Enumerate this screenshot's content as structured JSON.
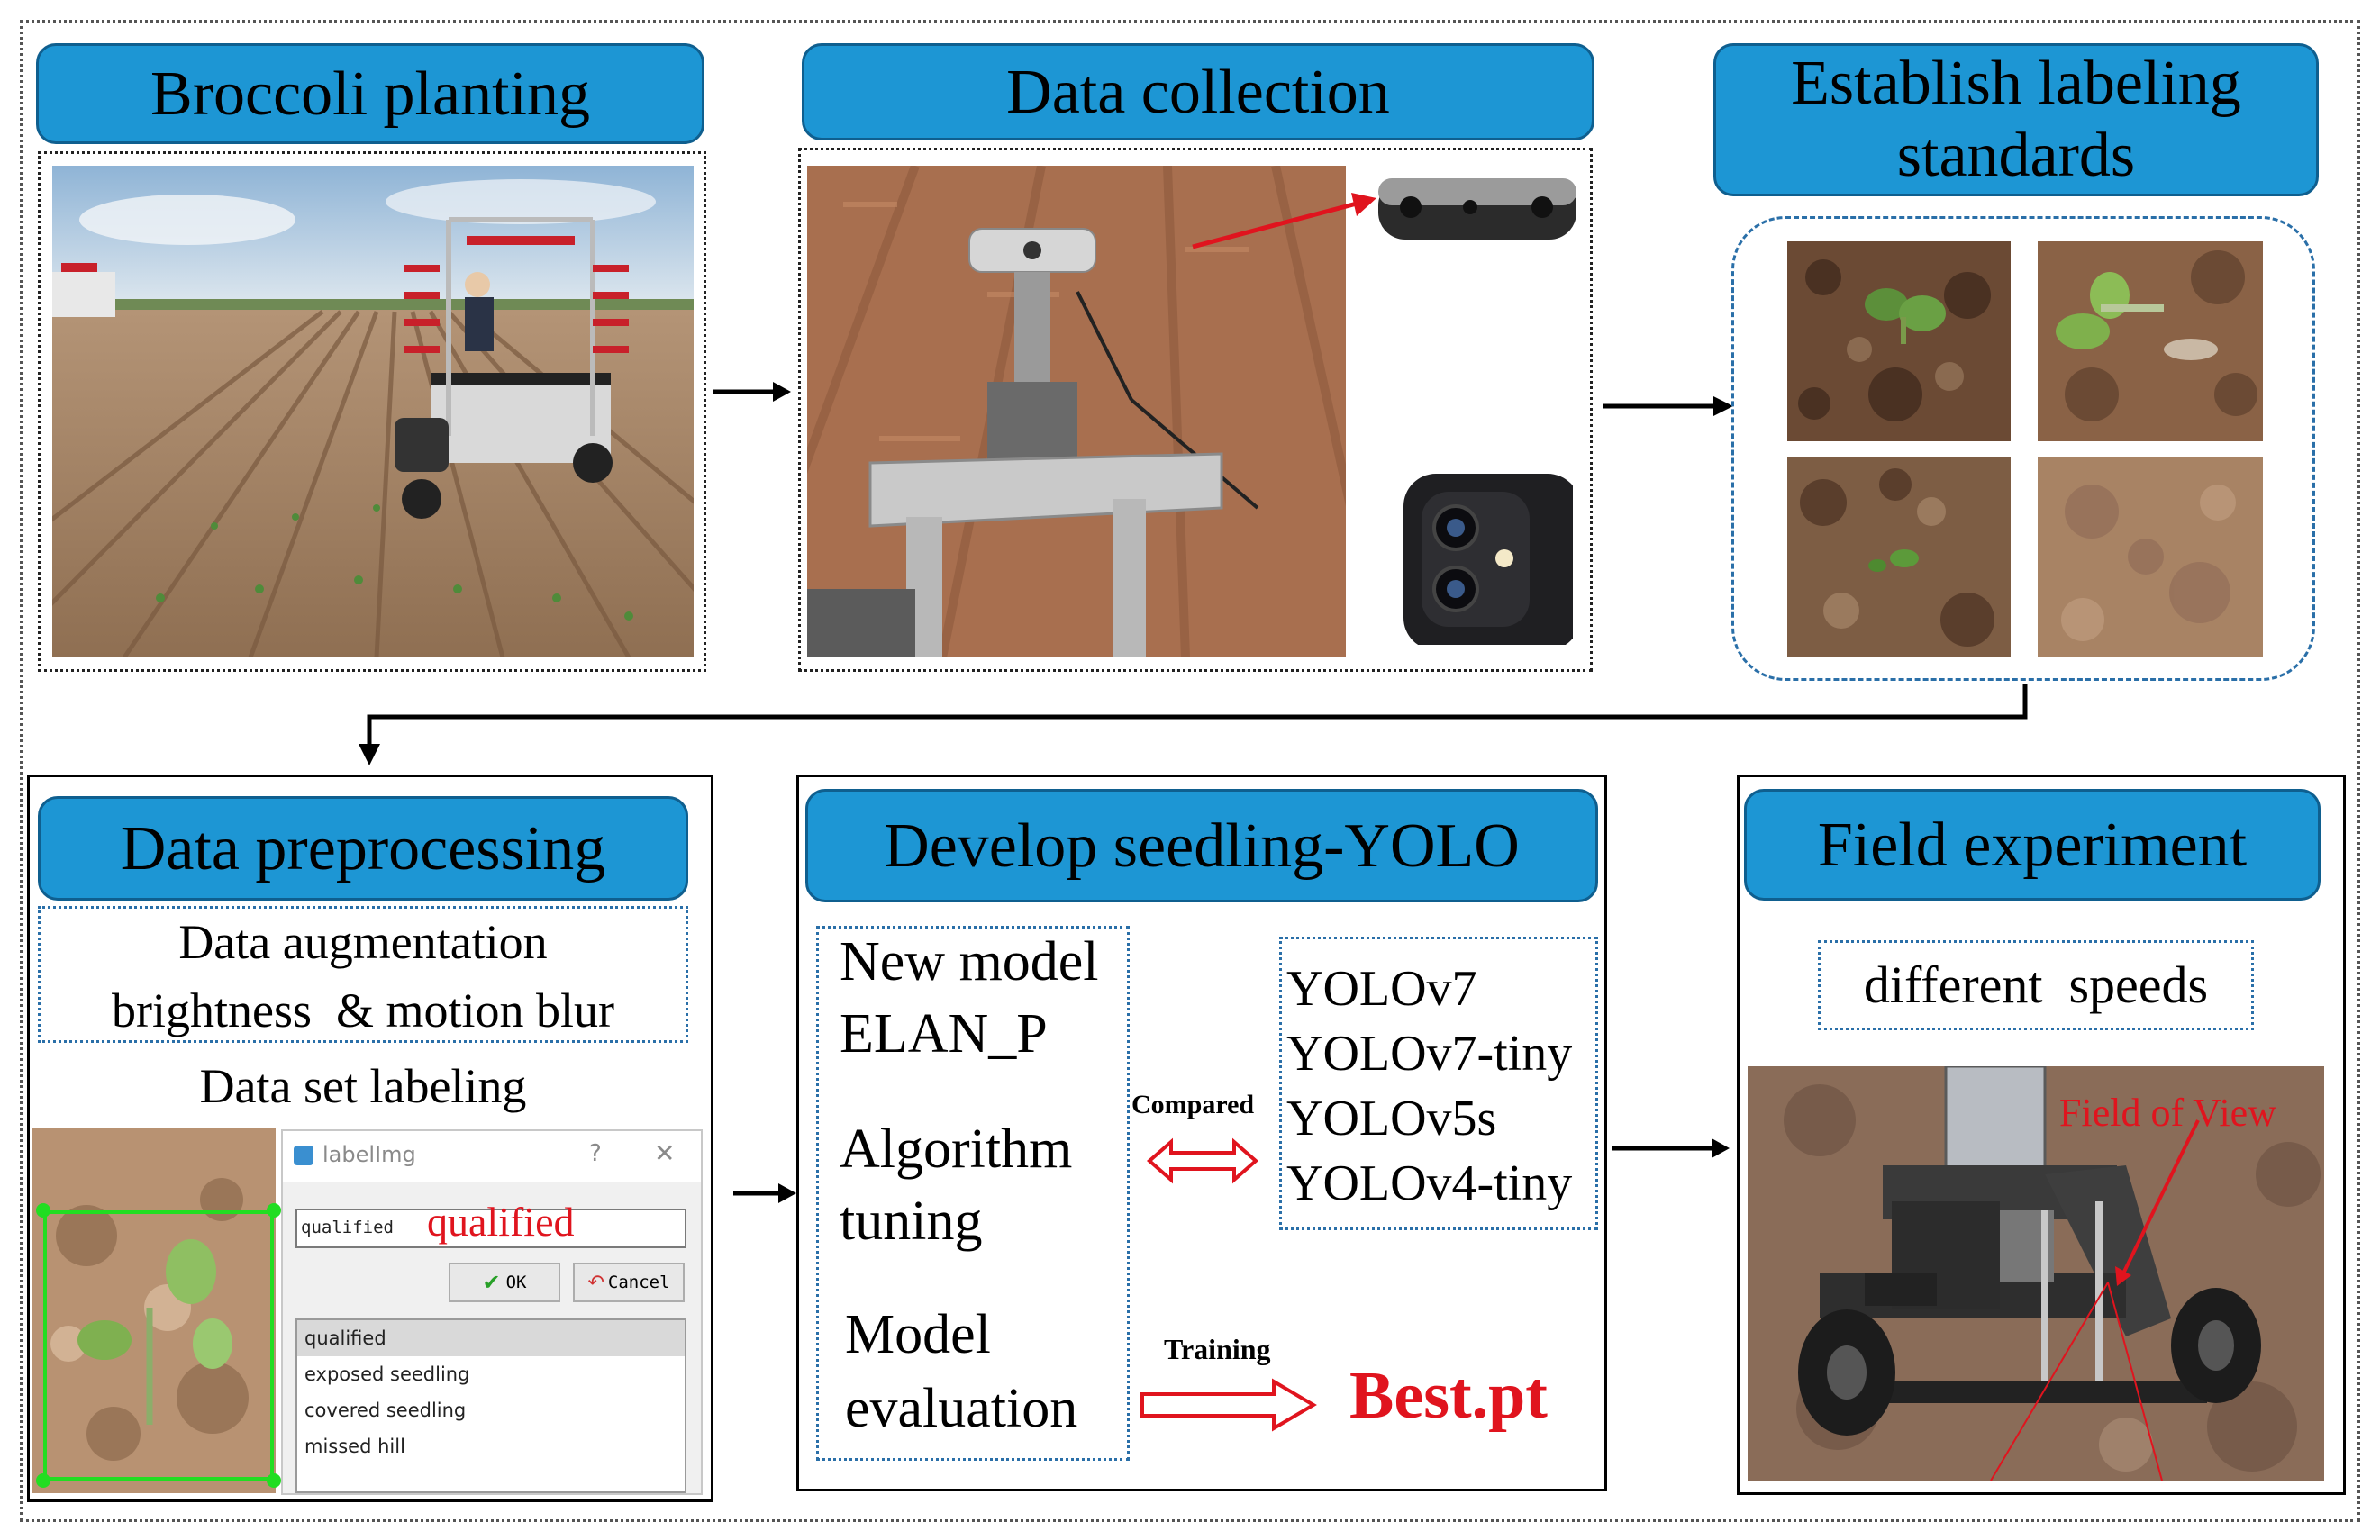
{
  "stages": {
    "broccoli_planting": {
      "title": "Broccoli planting"
    },
    "data_collection": {
      "title": "Data collection"
    },
    "labeling_standards": {
      "title_line1": "Establish labeling",
      "title_line2": "standards"
    },
    "data_preprocessing": {
      "title": "Data preprocessing",
      "augmentation_line1": "Data augmentation",
      "augmentation_line2": "brightness  & motion blur",
      "labeling_title": "Data set labeling"
    },
    "develop_model": {
      "title": "Develop seedling-YOLO",
      "new_model_line1": "New model",
      "new_model_line2": "ELAN_P",
      "tuning_line1": "Algorithm",
      "tuning_line2": "tuning",
      "evaluation_line1": "Model",
      "evaluation_line2": "evaluation",
      "compared_label": "Compared",
      "training_label": "Training",
      "output": "Best.pt",
      "baselines": [
        "YOLOv7",
        "YOLOv7-tiny",
        "YOLOv5s",
        "YOLOv4-tiny"
      ]
    },
    "field_experiment": {
      "title": "Field experiment",
      "speeds": "different  speeds",
      "fov_label": "Field of View"
    }
  },
  "labelimg_dialog": {
    "window_title": "labelImg",
    "help_symbol": "?",
    "close_symbol": "✕",
    "input_value": "qualified",
    "overlay_label": "qualified",
    "ok_label": "OK",
    "cancel_label": "Cancel",
    "classes": [
      "qualified",
      "exposed seedling",
      "covered seedling",
      "missed hill"
    ]
  },
  "colors": {
    "title_fill": "#1d96d4",
    "arrow": "#000000",
    "highlight_red": "#e0141e",
    "bbox_green": "#22dd22"
  }
}
